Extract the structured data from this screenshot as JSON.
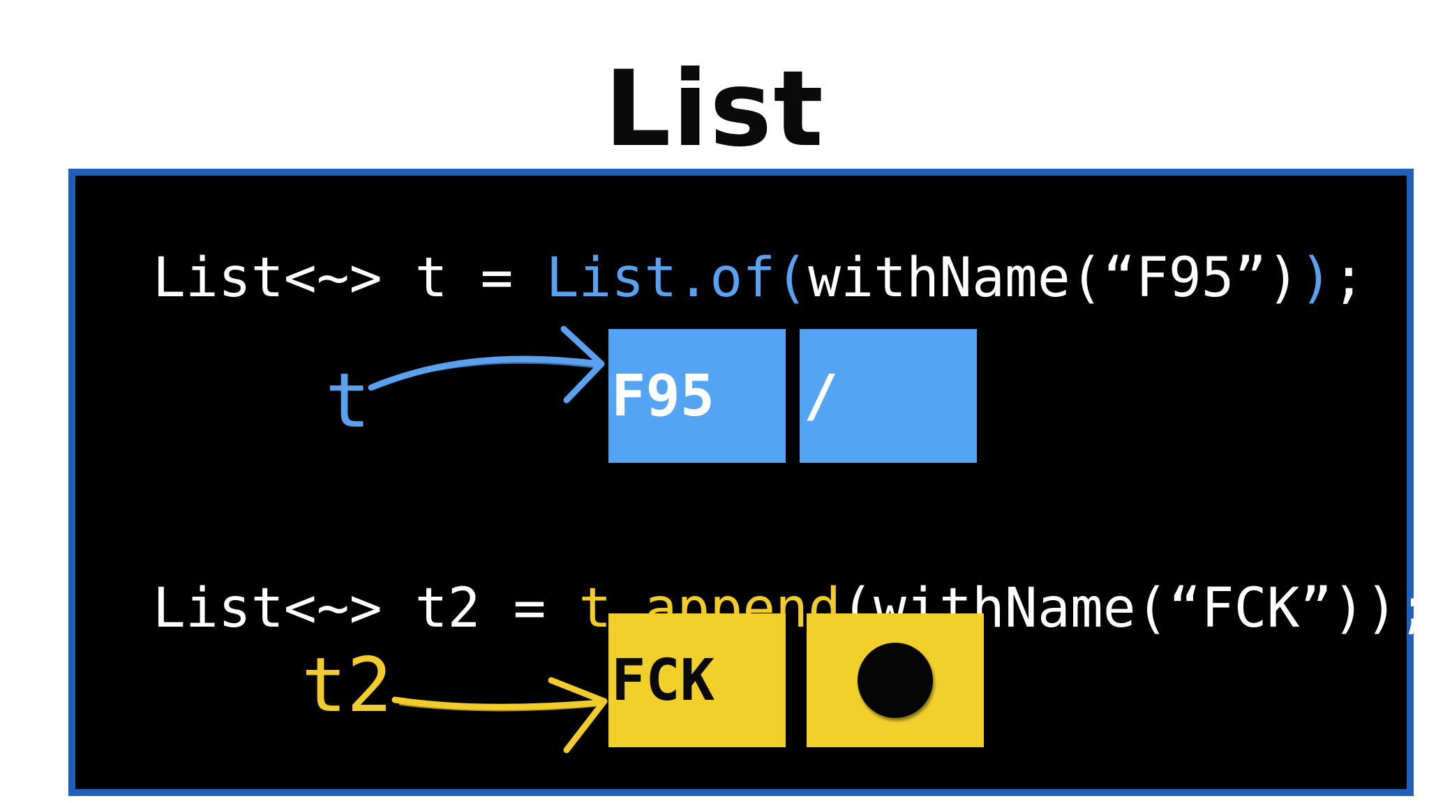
{
  "title": "List",
  "code_line_1": {
    "part_a": "List<~> t = ",
    "part_b": "List.of(",
    "part_c": "withName(“F95”)",
    "part_d": ")",
    "part_e": ";"
  },
  "code_line_2": {
    "part_a": "List<~> t2 = ",
    "part_b": "t.append",
    "part_c": "(withName(“FCK”));"
  },
  "list_t": {
    "var_label": "t",
    "node_value": "F95",
    "node_next": "/"
  },
  "list_t2": {
    "var_label": "t2",
    "node_value": "FCK"
  },
  "colors": {
    "blue": "#54a4f4",
    "yellow": "#f2d02c",
    "border": "#1f5fb8",
    "background": "#000000"
  }
}
